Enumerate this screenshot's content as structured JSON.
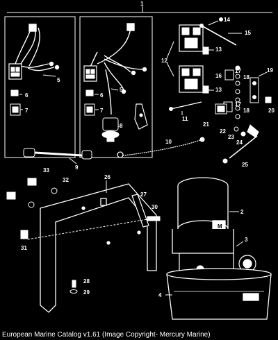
{
  "figure": {
    "caption": "European Marine Catalog v1.61 (Image Copyright- Mercury Marine)",
    "background": "#000000",
    "line_color": "#ffffff"
  },
  "callouts": {
    "c1": "1",
    "c2": "2",
    "c3": "3",
    "c4": "4",
    "c5a": "5",
    "c5b": "5",
    "c6a": "6",
    "c6b": "6",
    "c7a": "7",
    "c7b": "7",
    "c8": "8",
    "c9": "9",
    "c10": "10",
    "c11": "11",
    "c12": "12",
    "c13a": "13",
    "c13b": "13",
    "c14": "14",
    "c15": "15",
    "c16": "16",
    "c17a": "17",
    "c17b": "17",
    "c18a": "18",
    "c18b": "18",
    "c19": "19",
    "c20": "20",
    "c21": "21",
    "c22": "22",
    "c23": "23",
    "c24": "24",
    "c25": "25",
    "c26": "26",
    "c27": "27",
    "c28": "28",
    "c29": "29",
    "c30": "30",
    "c31": "31",
    "c32": "32",
    "c33": "33",
    "motor_label": "M"
  }
}
